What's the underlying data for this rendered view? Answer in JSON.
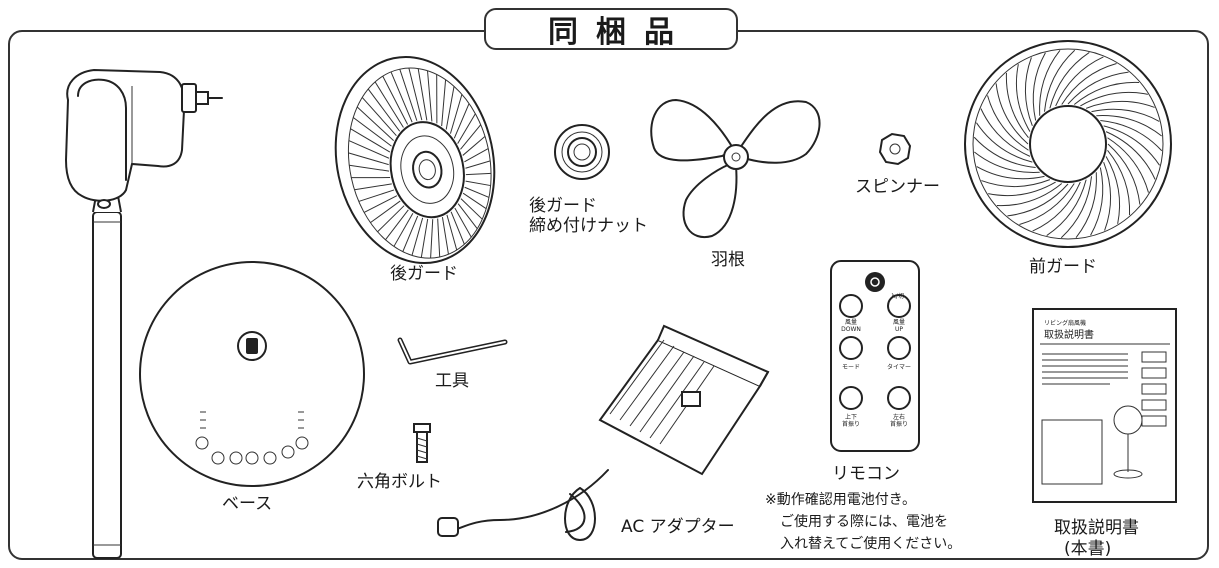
{
  "header": {
    "title": "同梱品"
  },
  "parts": {
    "rear_guard": "後ガード",
    "rear_guard_nut_line1": "後ガード",
    "rear_guard_nut_line2": "締め付けナット",
    "blade": "羽根",
    "spinner": "スピンナー",
    "front_guard": "前ガード",
    "tool": "工具",
    "hex_bolt": "六角ボルト",
    "base": "ベース",
    "ac_adapter": "AC アダプター",
    "remote": "リモコン",
    "manual_line1": "取扱説明書",
    "manual_line2": "(本書)"
  },
  "remote_note": {
    "line1": "※動作確認用電池付き。",
    "line2": "ご使用する際には、電池を",
    "line3": "入れ替えてご使用ください。"
  },
  "remote_buttons": {
    "power": "入/切",
    "fan_down_1": "風量",
    "fan_down_2": "DOWN",
    "fan_up_1": "風量",
    "fan_up_2": "UP",
    "mode": "モード",
    "timer": "タイマー",
    "updown_1": "上下",
    "updown_2": "首振り",
    "leftright_1": "左右",
    "leftright_2": "首振り"
  },
  "manual_cover": {
    "subtitle": "リビング扇風機",
    "title": "取扱説明書"
  }
}
